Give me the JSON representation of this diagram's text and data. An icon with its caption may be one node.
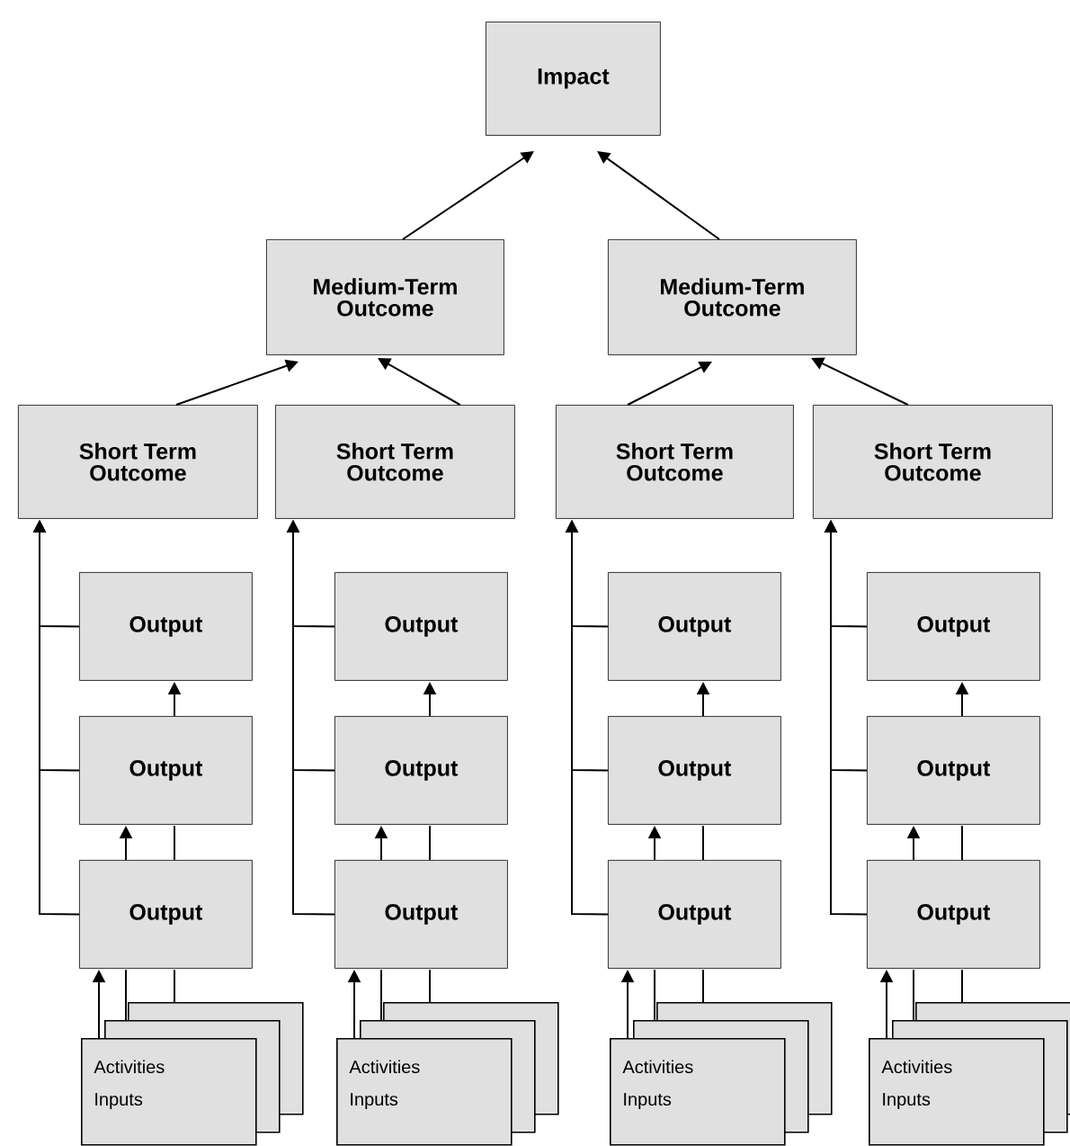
{
  "diagram": {
    "nodes": [
      {
        "text": [
          "Impact"
        ]
      },
      {
        "text": [
          "Medium-Term Outcome"
        ]
      },
      {
        "text": [
          "Medium-Term Outcome"
        ]
      },
      {
        "text": [
          "Short Term Outcome"
        ]
      },
      {
        "text": [
          "Short Term Outcome"
        ]
      },
      {
        "text": [
          "Short Term Outcome"
        ]
      },
      {
        "text": [
          "Short Term Outcome"
        ]
      },
      {
        "text": [
          "Output"
        ]
      },
      {
        "text": [
          "Output"
        ]
      },
      {
        "text": [
          "Output"
        ]
      },
      {
        "text": [],
        "shape": "box"
      },
      {
        "text": [],
        "shape": "box"
      },
      {
        "text": [
          "Activities",
          "Inputs"
        ]
      },
      {
        "text": [
          "Output"
        ]
      },
      {
        "text": [
          "Output"
        ]
      },
      {
        "text": [
          "Output"
        ]
      },
      {
        "text": [],
        "shape": "box"
      },
      {
        "text": [],
        "shape": "box"
      },
      {
        "text": [
          "Activities",
          "Inputs"
        ]
      },
      {
        "text": [
          "Output"
        ]
      },
      {
        "text": [
          "Output"
        ]
      },
      {
        "text": [
          "Output"
        ]
      },
      {
        "text": [],
        "shape": "box"
      },
      {
        "text": [],
        "shape": "box"
      },
      {
        "text": [
          "Activities",
          "Inputs"
        ]
      },
      {
        "text": [
          "Output"
        ]
      },
      {
        "text": [
          "Output"
        ]
      },
      {
        "text": [
          "Output"
        ]
      },
      {
        "text": [],
        "shape": "box"
      },
      {
        "text": [],
        "shape": "box"
      },
      {
        "text": [
          "Activities",
          "Inputs"
        ]
      }
    ],
    "edges": [
      {
        "from": 1,
        "to": 0,
        "arrow": "to"
      },
      {
        "from": 2,
        "to": 0,
        "arrow": "to"
      },
      {
        "from": 3,
        "to": 1,
        "arrow": "to"
      },
      {
        "from": 4,
        "to": 1,
        "arrow": "to"
      },
      {
        "from": 5,
        "to": 2,
        "arrow": "to"
      },
      {
        "from": 6,
        "to": 2,
        "arrow": "to"
      },
      {
        "from": 7,
        "to": 3,
        "arrow": "to"
      },
      {
        "from": 8,
        "to": 3,
        "arrow": "to"
      },
      {
        "from": 9,
        "to": 3,
        "arrow": "to"
      },
      {
        "from": 9,
        "to": 8,
        "arrow": "to"
      },
      {
        "from": 9,
        "to": 8,
        "arrow": "none"
      },
      {
        "from": 8,
        "to": 7,
        "arrow": "to"
      },
      {
        "from": 12,
        "to": 9,
        "arrow": "to"
      },
      {
        "from": 11,
        "to": 9,
        "arrow": "none"
      },
      {
        "from": 10,
        "to": 9,
        "arrow": "none"
      },
      {
        "from": 13,
        "to": 4,
        "arrow": "to"
      },
      {
        "from": 14,
        "to": 4,
        "arrow": "to"
      },
      {
        "from": 15,
        "to": 4,
        "arrow": "to"
      },
      {
        "from": 15,
        "to": 14,
        "arrow": "to"
      },
      {
        "from": 15,
        "to": 14,
        "arrow": "none"
      },
      {
        "from": 14,
        "to": 13,
        "arrow": "to"
      },
      {
        "from": 18,
        "to": 15,
        "arrow": "to"
      },
      {
        "from": 17,
        "to": 15,
        "arrow": "none"
      },
      {
        "from": 16,
        "to": 15,
        "arrow": "none"
      },
      {
        "from": 19,
        "to": 5,
        "arrow": "to"
      },
      {
        "from": 20,
        "to": 5,
        "arrow": "to"
      },
      {
        "from": 21,
        "to": 5,
        "arrow": "to"
      },
      {
        "from": 21,
        "to": 20,
        "arrow": "to"
      },
      {
        "from": 21,
        "to": 20,
        "arrow": "none"
      },
      {
        "from": 20,
        "to": 19,
        "arrow": "to"
      },
      {
        "from": 24,
        "to": 21,
        "arrow": "to"
      },
      {
        "from": 23,
        "to": 21,
        "arrow": "none"
      },
      {
        "from": 22,
        "to": 21,
        "arrow": "none"
      },
      {
        "from": 25,
        "to": 6,
        "arrow": "to"
      },
      {
        "from": 26,
        "to": 6,
        "arrow": "to"
      },
      {
        "from": 27,
        "to": 6,
        "arrow": "to"
      },
      {
        "from": 27,
        "to": 26,
        "arrow": "to"
      },
      {
        "from": 27,
        "to": 26,
        "arrow": "none"
      },
      {
        "from": 26,
        "to": 25,
        "arrow": "to"
      },
      {
        "from": 30,
        "to": 27,
        "arrow": "to"
      },
      {
        "from": 29,
        "to": 27,
        "arrow": "none"
      },
      {
        "from": 28,
        "to": 27,
        "arrow": "none"
      }
    ]
  }
}
